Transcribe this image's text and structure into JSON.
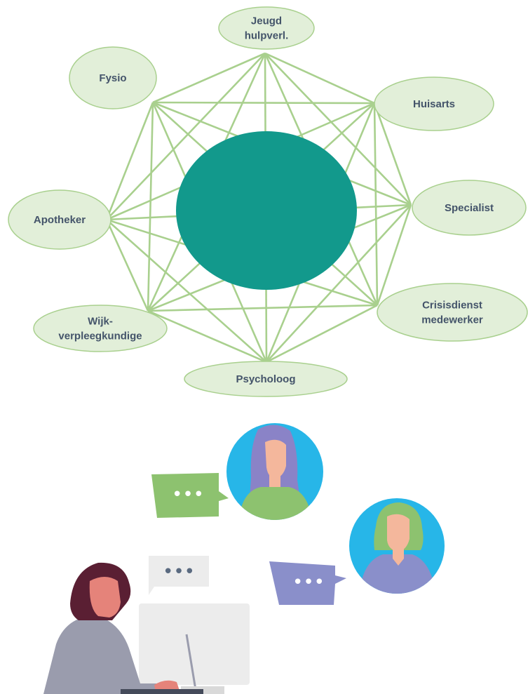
{
  "diagram": {
    "center": {
      "label": "",
      "color": "#12998c"
    },
    "node_color": "#e2efd9",
    "node_border": "#a9d08e",
    "edge_color": "#a9d08e",
    "nodes": [
      {
        "id": "jeugd",
        "lines": [
          "Jeugd",
          "hulpverl."
        ]
      },
      {
        "id": "huisarts",
        "lines": [
          "Huisarts"
        ]
      },
      {
        "id": "specialist",
        "lines": [
          "Specialist"
        ]
      },
      {
        "id": "crisisdienst",
        "lines": [
          "Crisisdienst",
          "medewerker"
        ]
      },
      {
        "id": "psycholoog",
        "lines": [
          "Psycholoog"
        ]
      },
      {
        "id": "wijk",
        "lines": [
          "Wijk-",
          "verpleegkundige"
        ]
      },
      {
        "id": "apotheker",
        "lines": [
          "Apotheker"
        ]
      },
      {
        "id": "fysio",
        "lines": [
          "Fysio"
        ]
      }
    ],
    "edges": "complete-graph"
  },
  "illustration": {
    "chat_bubbles": [
      {
        "id": "green",
        "text": "•••",
        "color": "#8dc26f"
      },
      {
        "id": "grey",
        "text": "•••",
        "color": "#ececec"
      },
      {
        "id": "purple",
        "text": "•••",
        "color": "#8a8fca"
      }
    ],
    "colors": {
      "avatar_bg": "#27b6e8",
      "hair_purple": "#8a83c7",
      "hair_green": "#8dc26f",
      "skin": "#f4b79c",
      "shirt_green": "#8dc26f",
      "shirt_purple": "#8a8fca",
      "hair_dark": "#5a1f33",
      "skin_dark": "#e5837a",
      "sweater": "#9a9cad",
      "monitor": "#ececec"
    }
  }
}
